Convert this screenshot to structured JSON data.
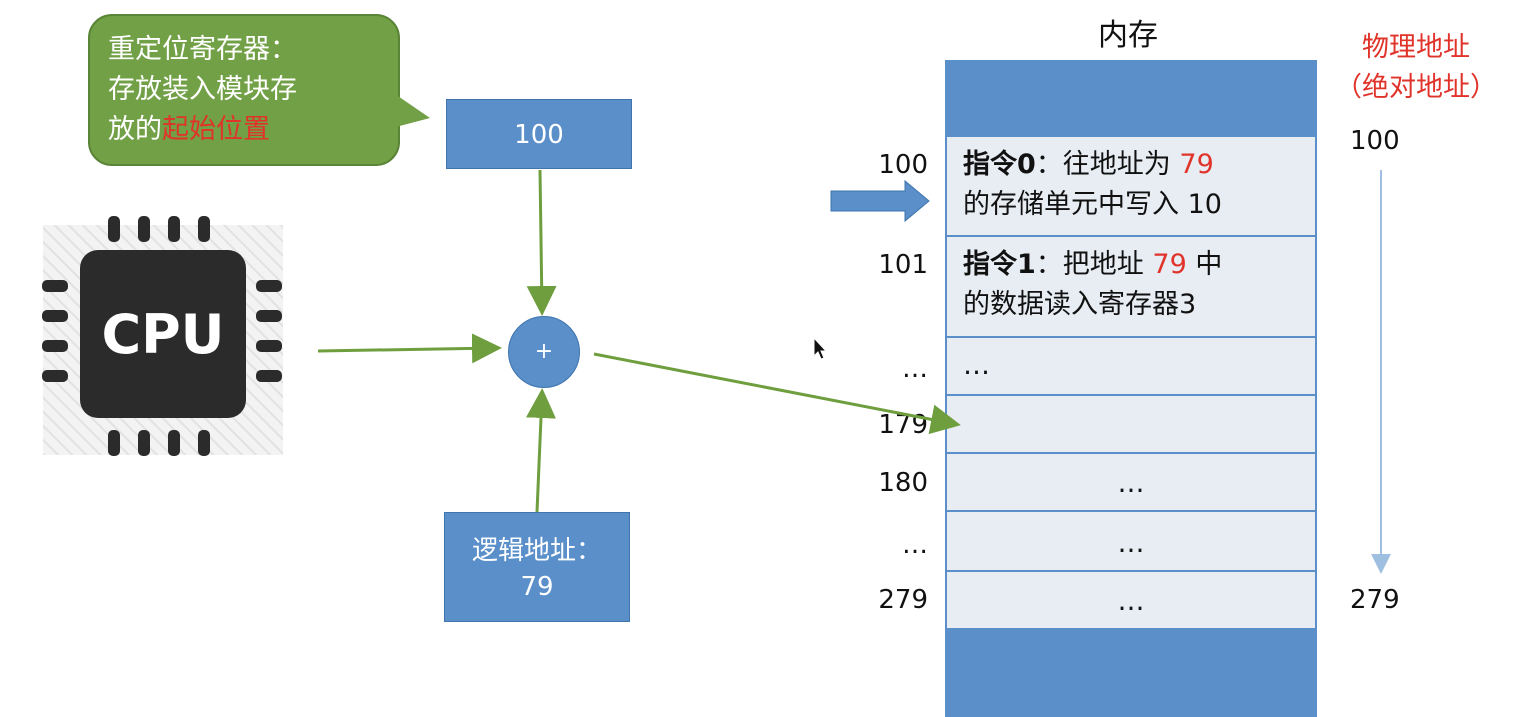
{
  "callout": {
    "line1": "重定位寄存器：",
    "line2": "存放装入模块存",
    "line3_prefix": "放的",
    "line3_highlight": "起始位置"
  },
  "relocation_register": {
    "value": "100"
  },
  "cpu": {
    "label": "CPU"
  },
  "adder": {
    "symbol": "+"
  },
  "logical_address": {
    "label": "逻辑地址：",
    "value": "79"
  },
  "memory": {
    "title": "内存",
    "cells": [
      {
        "address": "100",
        "prefix": "指令0",
        "line1_text": "：往地址为 ",
        "line1_value": "79",
        "line2": "的存储单元中写入 10"
      },
      {
        "address": "101",
        "prefix": "指令1",
        "line1_text": "：把地址 ",
        "line1_value": "79",
        "line1_suffix": " 中",
        "line2": "的数据读入寄存器3"
      },
      {
        "address": "…",
        "text": "…"
      },
      {
        "address": "179",
        "text": ""
      },
      {
        "address": "180",
        "text": "…"
      },
      {
        "address": "…",
        "text": "…"
      },
      {
        "address": "279",
        "text": "…"
      }
    ]
  },
  "physical_address": {
    "title_line1": "物理地址",
    "title_line2": "（绝对地址）",
    "start": "100",
    "end": "279"
  },
  "colors": {
    "box_blue": "#5a8fca",
    "callout_green": "#72a046",
    "arrow_green": "#6e9e3e",
    "highlight_red": "#e0342b"
  }
}
